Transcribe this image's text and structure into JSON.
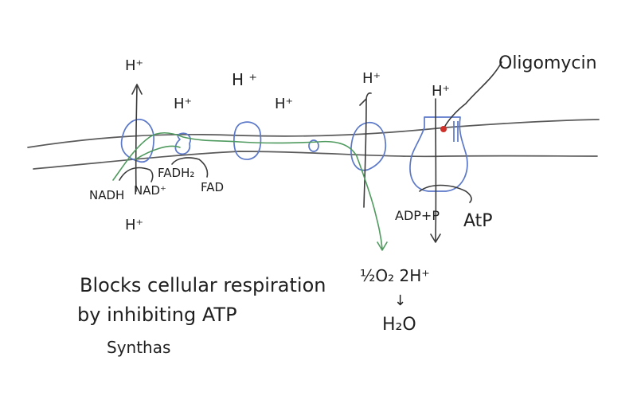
{
  "labels": {
    "h_plus_top_1": "H⁺",
    "h_plus_top_2": "H⁺",
    "h_plus_top_3": "H ⁺",
    "h_plus_top_4": "H⁺",
    "h_plus_top_5": "H⁺",
    "h_plus_top_6": "H⁺",
    "h_plus_bottom": "H⁺",
    "oligomycin": "Oligomycin",
    "nadh": "NADH",
    "nad_plus": "NAD⁺",
    "fadh2": "FADH₂",
    "fad": "FAD",
    "adp_p": "ADP+P",
    "atp": "AtP",
    "half_o2": "½O₂ 2H⁺",
    "arrow_down": "↓",
    "h2o": "H₂O",
    "note_line_1": "Blocks cellular respiration",
    "note_line_2": "by inhibiting ATP",
    "note_line_3": "Synthas"
  },
  "colors": {
    "membrane": "#5a5a5a",
    "protein": "#5b78c9",
    "electron_path": "#4f9a5e",
    "inhibitor_dot": "#d0302a",
    "ink": "#3a3a3a"
  }
}
